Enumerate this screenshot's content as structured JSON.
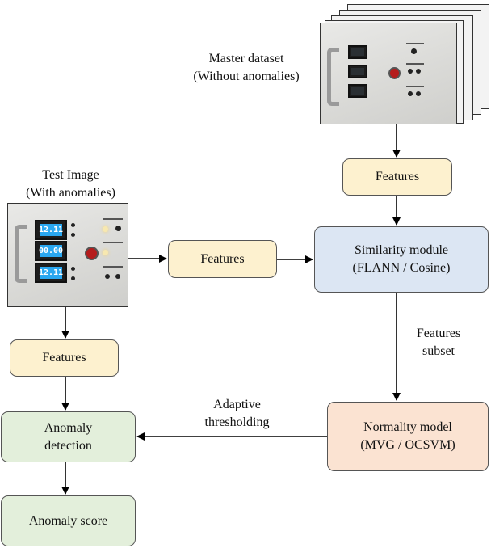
{
  "master": {
    "title": "Master dataset",
    "subtitle": "(Without anomalies)"
  },
  "test": {
    "title": "Test Image",
    "subtitle": "(With anomalies)",
    "readouts": [
      "12.11",
      "00.00",
      "12.11"
    ]
  },
  "nodes": {
    "features_master": "Features",
    "features_test_right": "Features",
    "features_test_down": "Features",
    "similarity_line1": "Similarity module",
    "similarity_line2": "(FLANN / Cosine)",
    "normality_line1": "Normality model",
    "normality_line2": "(MVG / OCSVM)",
    "anomaly_detection_line1": "Anomaly",
    "anomaly_detection_line2": "detection",
    "anomaly_score": "Anomaly score"
  },
  "edge_labels": {
    "features_subset_line1": "Features",
    "features_subset_line2": "subset",
    "adaptive_line1": "Adaptive",
    "adaptive_line2": "thresholding"
  },
  "colors": {
    "features": "#fdf1cf",
    "similarity": "#dce6f3",
    "normality": "#fbe3d2",
    "anomaly": "#e3efdb"
  }
}
